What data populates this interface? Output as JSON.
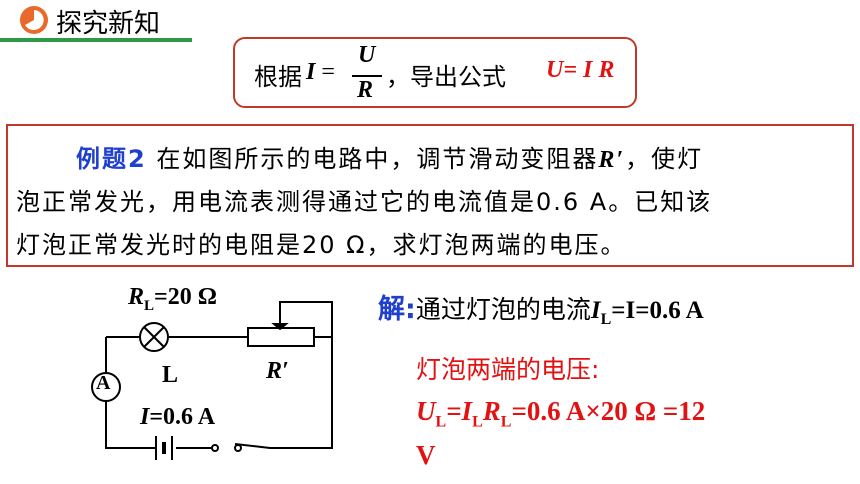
{
  "header": {
    "title": "探究新知",
    "accent_color": "#e8692a",
    "underline_color": "#2e9a48",
    "icon": "pie-chart-icon"
  },
  "formula_box": {
    "prefix": "根据",
    "lhs": "I",
    "equals": " =",
    "numerator": "U",
    "denominator": "R",
    "middle": "，导出公式",
    "result": "U= I R",
    "border_color": "#c0392b"
  },
  "problem": {
    "label": "例题2",
    "line1": "在如图所示的电路中，调节滑动变阻器",
    "line1_var": "R′",
    "line1_end": "，使灯",
    "line2": "泡正常发光，用电流表测得通过它的电流值是0.6 A。已知该",
    "line3": "灯泡正常发光时的电阻是20 Ω，求灯泡两端的电压。"
  },
  "circuit": {
    "resistance_label_var": "R",
    "resistance_label_sub": "L",
    "resistance_label_value": "=20 Ω",
    "lamp_label": "L",
    "rheostat_label": "R′",
    "ammeter_label": "A",
    "current_label_var": "I",
    "current_label_value": "=0.6 A",
    "icons": [
      "lamp-icon",
      "rheostat-icon",
      "ammeter-icon",
      "battery-icon",
      "switch-icon"
    ]
  },
  "solution": {
    "label": "解:",
    "line1_text": "通过灯泡的电流",
    "line1_var": "I",
    "line1_sub": "L",
    "line1_rest": "=I=0.6 A",
    "line2": "灯泡两端的电压:",
    "line3_u": "U",
    "line3_u_sub": "L",
    "line3_i": "=I",
    "line3_i_sub": "L",
    "line3_r": "R",
    "line3_r_sub": "L",
    "line3_rest": "=0.6 A×20 Ω =12",
    "line4": "V",
    "red_color": "#e31212",
    "blue_color": "#1f3fcf"
  }
}
